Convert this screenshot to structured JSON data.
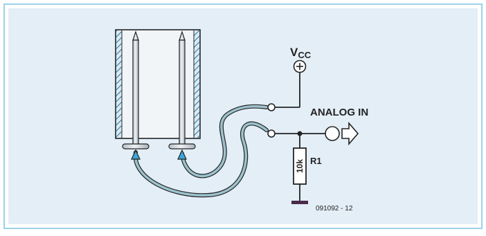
{
  "labels": {
    "vcc_main": "V",
    "vcc_sub": "CC",
    "analog_in": "ANALOG IN",
    "r1_ref": "R1",
    "r1_value": "10k",
    "figure_code": "091092 - 12"
  },
  "colors": {
    "frame_border": "#9cd2e8",
    "panel_fill": "#e3eef7",
    "cup_fill": "#f2f5f8",
    "container_fill": "#d6e4f0",
    "hatch": "#2a7ea8",
    "line": "#232323",
    "electrode_fill": "#d7dde2",
    "cable_fill": "#9cc2cd",
    "arrow_fill": "#3aa6d8",
    "ground_bar": "#4a2c4a"
  }
}
